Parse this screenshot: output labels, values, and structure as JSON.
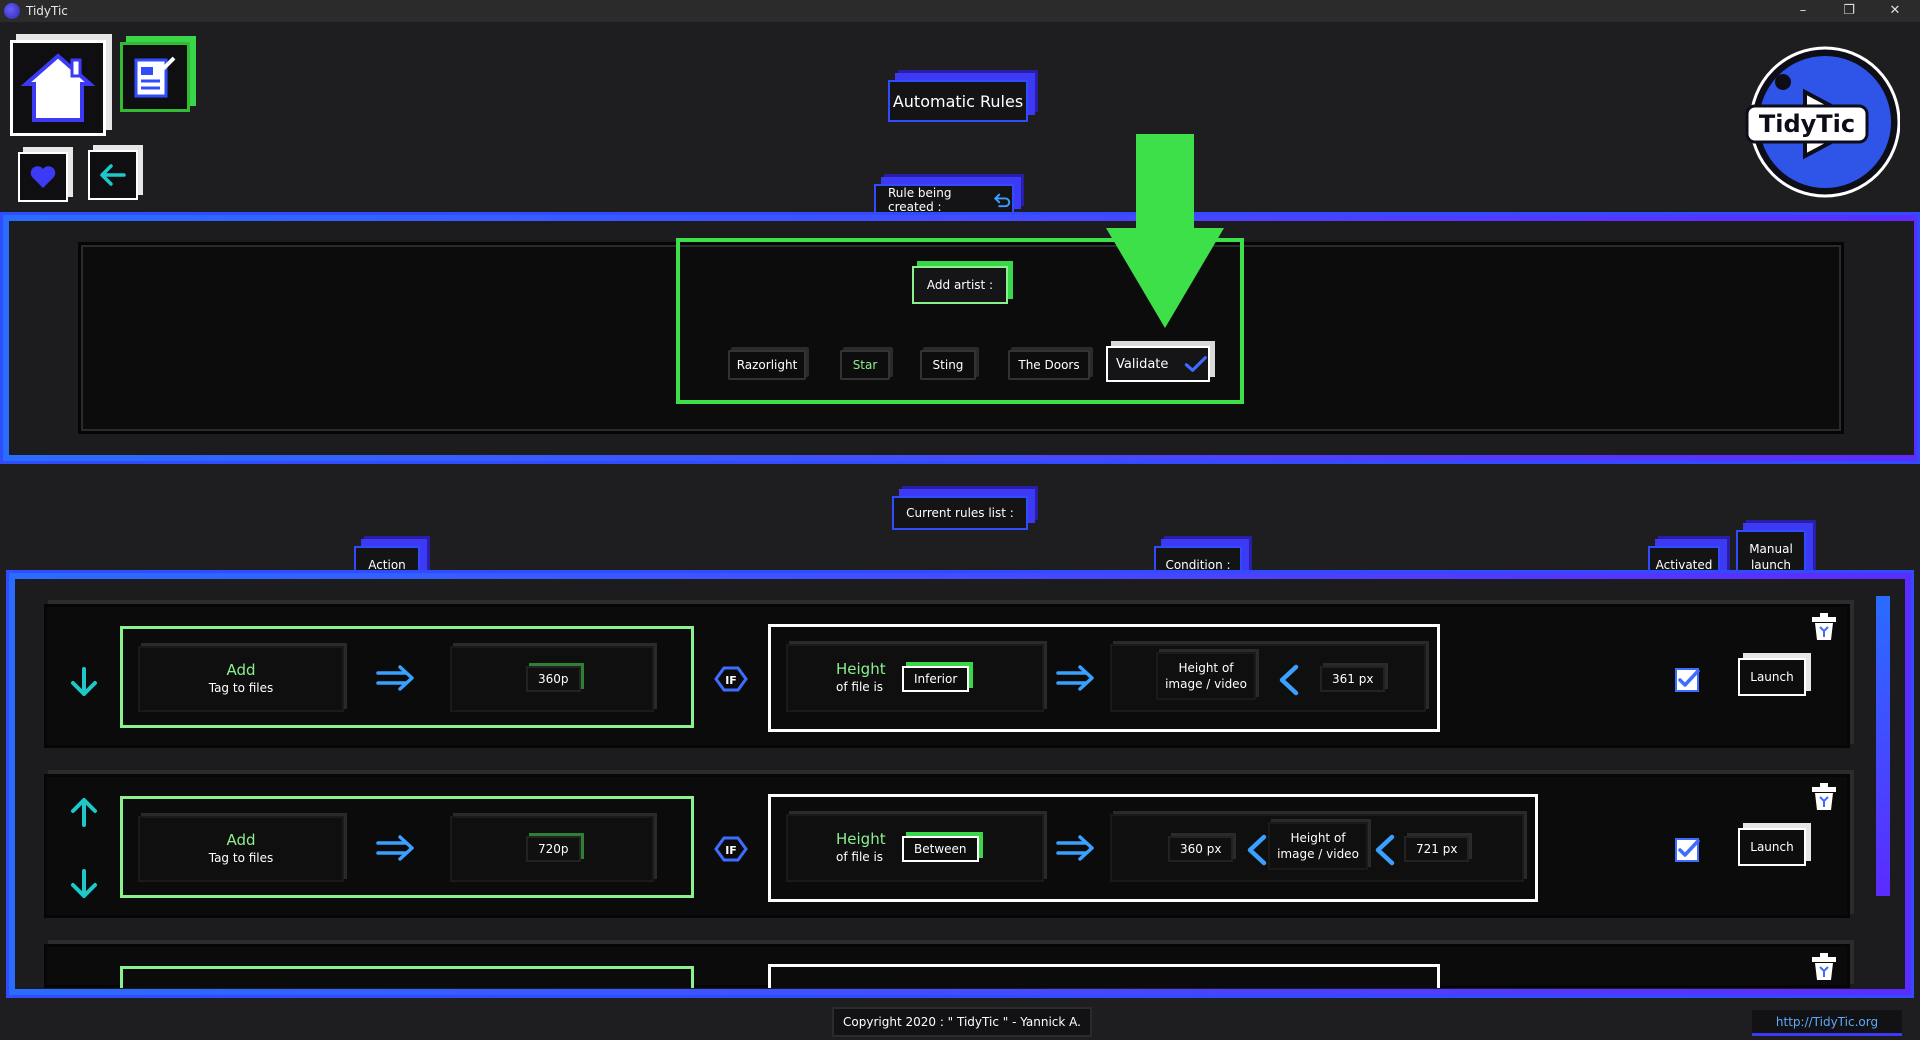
{
  "window": {
    "title": "TidyTic",
    "minimize": "–",
    "restore": "❐",
    "close": "✕"
  },
  "header": {
    "title": "Automatic Rules"
  },
  "logo": {
    "text": "TidyTic"
  },
  "rule_creation": {
    "label": "Rule being created :",
    "prompt": "Add artist :",
    "artists": [
      "Razorlight",
      "Star",
      "Sting",
      "The Doors"
    ],
    "validate_label": "Validate"
  },
  "rules_list": {
    "label": "Current rules list :",
    "col_action": "Action",
    "col_condition": "Condition :",
    "col_activated": "Activated",
    "col_manual": "Manual launch",
    "rows": [
      {
        "action_title": "Add",
        "action_sub": "Tag to files",
        "tag": "360p",
        "if": "IF",
        "cond_title": "Height",
        "cond_sub": "of file is",
        "operator": "Inferior",
        "subject": "Height of image / video",
        "value1": "361 px",
        "value2": "",
        "launch": "Launch"
      },
      {
        "action_title": "Add",
        "action_sub": "Tag to files",
        "tag": "720p",
        "if": "IF",
        "cond_title": "Height",
        "cond_sub": "of file is",
        "operator": "Between",
        "subject": "Height of image / video",
        "value1": "360 px",
        "value2": "721 px",
        "launch": "Launch"
      }
    ]
  },
  "footer": {
    "copyright": "Copyright 2020 : \" TidyTic \" - Yannick A.",
    "url": "http://TidyTic.org"
  },
  "colors": {
    "accent_blue": "#2f4cff",
    "accent_purple": "#5c2bff",
    "accent_green": "#3ee04a",
    "text_green": "#8cf08e"
  }
}
